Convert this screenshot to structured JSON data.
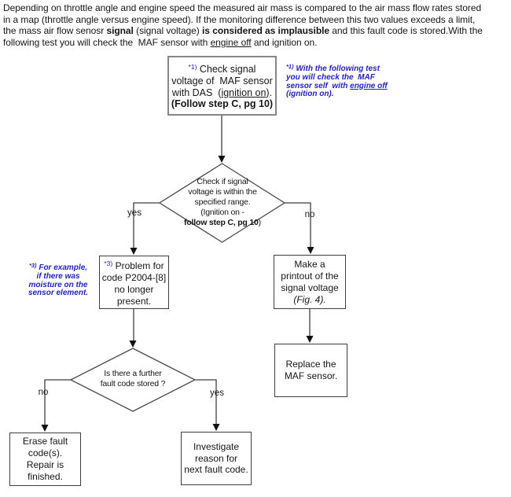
{
  "colors": {
    "annotation_blue": "#2323c2",
    "line_gray": "#3f3f3f",
    "start_box_border": "#878787"
  },
  "intro": {
    "line1": "Depending on throttle angle and engine speed the measured air mass is compared to the air mass flow rates stored",
    "line2": "in a map (throttle angle versus engine speed). If the monitoring difference between this two values exceeds a limit,",
    "line3_a": "the mass air flow senosr ",
    "line3_b": "signal",
    "line3_c": " (signal voltage) ",
    "line3_d": "is considered as implausible",
    "line3_e": " and this fault code is stored.With the",
    "line4_a": "following test you will check the  MAF sensor with ",
    "line4_b": "engine off",
    "line4_c": " and ignition on."
  },
  "flowchart": {
    "start_box": {
      "sup": "*1)",
      "line1": " Check signal",
      "line2": "voltage of  MAF sensor",
      "line3_a": "with DAS  (",
      "line3_b": "ignition on)",
      "line3_c": ".",
      "line4": "(Follow step C, pg 10)"
    },
    "note_1": {
      "sup": "*1)",
      "line1": " With the following test",
      "line2": "you will check the  MAF",
      "line3_a": "sensor self  with ",
      "line3_b": "engine off",
      "line4": "(ignition on)."
    },
    "decision_1": {
      "line1": "Check if signal",
      "line2": "voltage is within the",
      "line3": "specified range.",
      "line4": "(Ignition on -",
      "line5_a": "follow step C, pg 10",
      "line5_b": ")"
    },
    "label_yes_1": "yes",
    "label_no_1": "no",
    "note_3": {
      "sup": "*3)",
      "line1": " For example,",
      "line2": "if there was",
      "line3": "moisture on the",
      "line4": "sensor element."
    },
    "problem_box": {
      "sup": "*3)",
      "line1": " Problem for",
      "line2": "code P2004-[8]",
      "line3": "no longer",
      "line4": "present."
    },
    "printout_box": {
      "line1": "Make a",
      "line2": "printout of the",
      "line3": "signal voltage",
      "line4": "(Fig. 4)."
    },
    "replace_box": {
      "line1": "Replace the",
      "line2": "MAF sensor."
    },
    "decision_2": {
      "line1": "Is there a further",
      "line2": "fault code stored ?"
    },
    "label_no_2": "no",
    "label_yes_2": "yes",
    "erase_box": {
      "line1": "Erase fault",
      "line2": "code(s).",
      "line3": "Repair is",
      "line4": "finished."
    },
    "investigate_box": {
      "line1": "Investigate",
      "line2": "reason for",
      "line3": "next fault code."
    }
  }
}
